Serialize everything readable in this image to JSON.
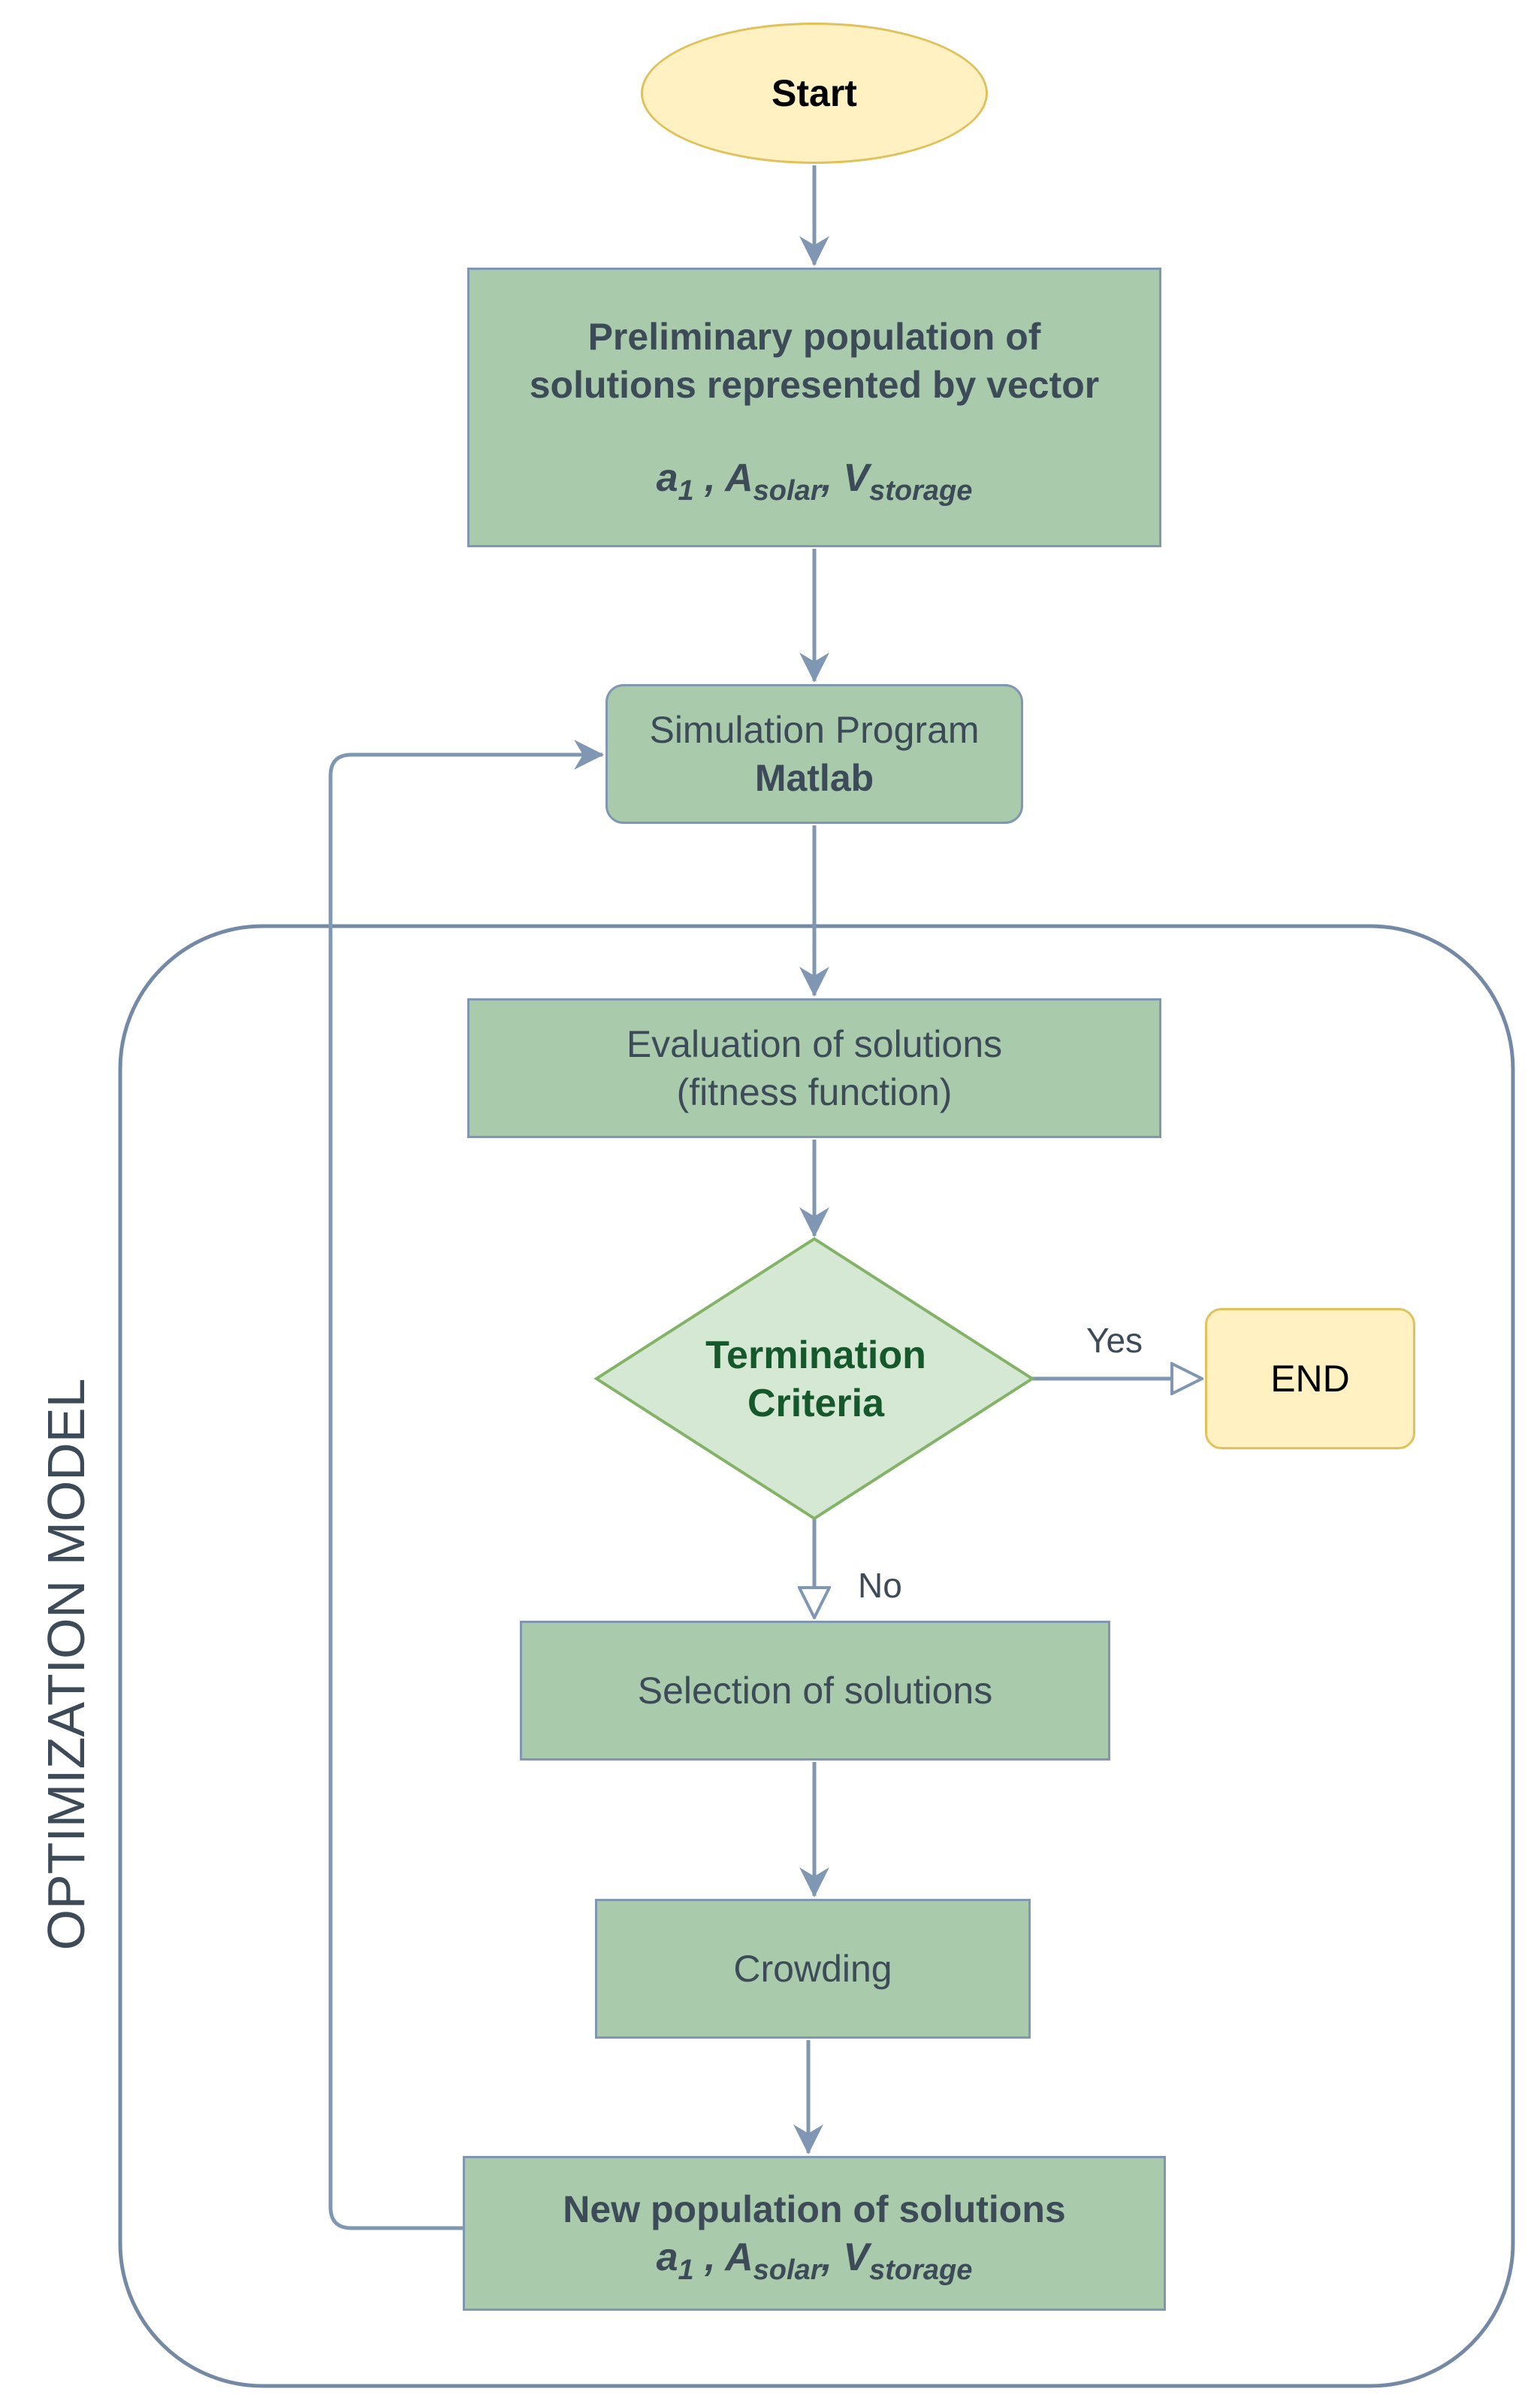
{
  "start": "Start",
  "preliminary": {
    "line1": "Preliminary population of",
    "line2": "solutions represented by vector",
    "var_a": "a",
    "var_a_sub": "1",
    "sep1": " , ",
    "var_A": "A",
    "var_A_sub": "solar",
    "sep2": ", ",
    "var_V": "V",
    "var_V_sub": "storage"
  },
  "simulation": {
    "line1": "Simulation Program",
    "line2": "Matlab"
  },
  "evaluation": {
    "line1": "Evaluation of solutions",
    "line2": "(fitness function)"
  },
  "termination": {
    "line1": "Termination",
    "line2": "Criteria"
  },
  "yes_label": "Yes",
  "no_label": "No",
  "end": "END",
  "selection": "Selection of solutions",
  "crowding": "Crowding",
  "new_population": {
    "line1": "New population of solutions",
    "var_a": "a",
    "var_a_sub": "1",
    "sep1": " , ",
    "var_A": "A",
    "var_A_sub": "solar",
    "sep2": ", ",
    "var_V": "V",
    "var_V_sub": "storage"
  },
  "group_label": "OPTIMIZATION MODEL",
  "colors": {
    "process_fill": "#a9cbab",
    "border": "#7f97b2",
    "terminal_fill": "#fff1c2",
    "terminal_border": "#e0c15a",
    "decision_fill": "#d5e8d4",
    "decision_border": "#82b366",
    "decision_text": "#14582c",
    "text": "#3d4a58"
  }
}
